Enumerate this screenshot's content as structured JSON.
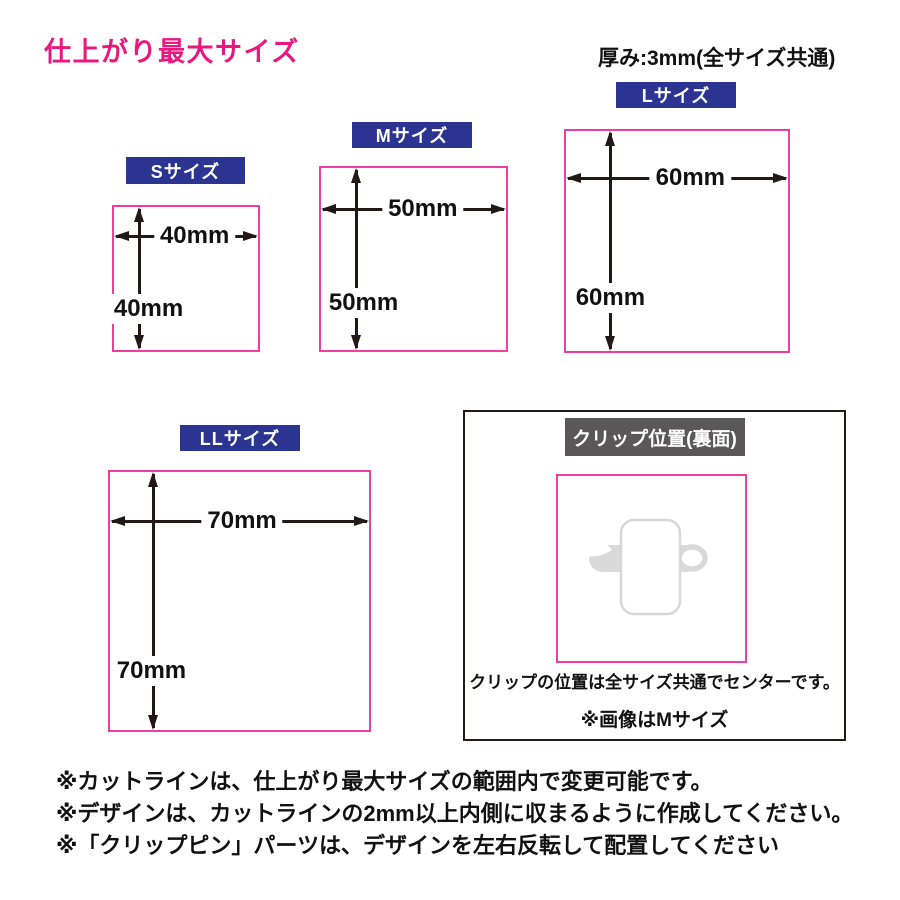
{
  "page": {
    "title": "仕上がり最大サイズ",
    "thickness_note": "厚み:3mm(全サイズ共通)"
  },
  "sizes": [
    {
      "label": "Sサイズ",
      "width": "40mm",
      "height": "40mm"
    },
    {
      "label": "Mサイズ",
      "width": "50mm",
      "height": "50mm"
    },
    {
      "label": "Lサイズ",
      "width": "60mm",
      "height": "60mm"
    },
    {
      "label": "LLサイズ",
      "width": "70mm",
      "height": "70mm"
    }
  ],
  "clip_panel": {
    "header": "クリップ位置(裏面)",
    "caption": "クリップの位置は全サイズ共通でセンターです。",
    "image_note": "※画像はMサイズ"
  },
  "footnotes": [
    "※カットラインは、仕上がり最大サイズの範囲内で変更可能です。",
    "※デザインは、カットラインの2mm以上内側に収まるように作成してください。",
    "※「クリップピン」パーツは、デザインを左右反転して配置してください"
  ],
  "colors": {
    "title_magenta": "#e8187e",
    "box_border_pink": "#ee3f9f",
    "badge_navy": "#2b3490",
    "clip_header_gray": "#595757",
    "arrow_black": "#231815",
    "clip_icon_gray": "#d9d9d9"
  }
}
